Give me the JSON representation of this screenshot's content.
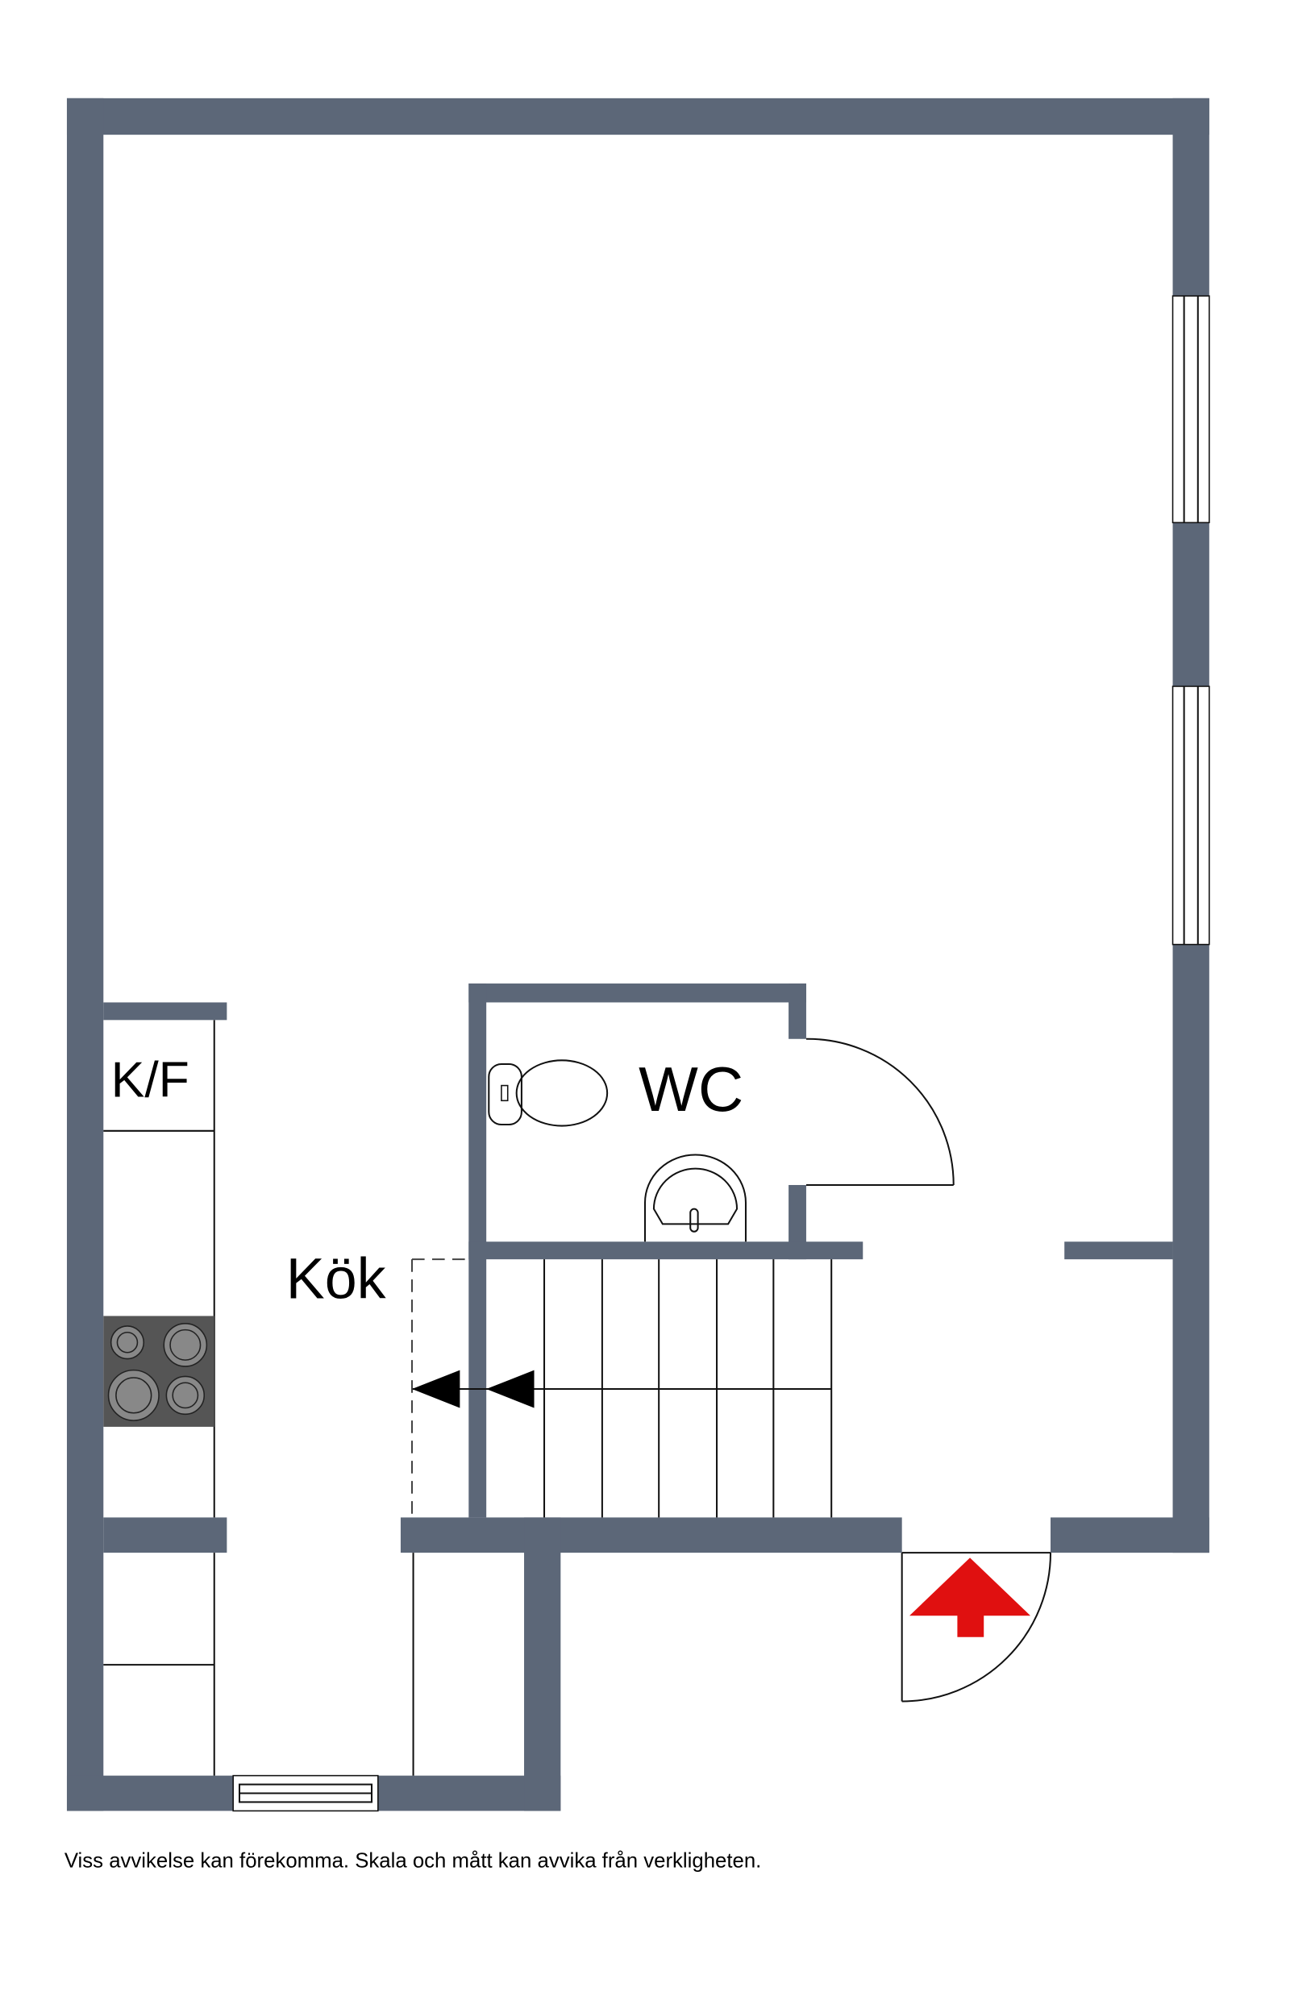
{
  "rooms": {
    "fridge_freezer": "K/F",
    "wc": "WC",
    "kitchen": "Kök"
  },
  "disclaimer": "Viss avvikelse kan förekomma. Skala och mått kan avvika från verkligheten.",
  "colors": {
    "wall": "#5c6778",
    "entrance_arrow": "#e01010",
    "stove": "#555555"
  },
  "icons": [
    "entrance-arrow-icon",
    "stairs-direction-arrow-icon",
    "toilet-icon",
    "sink-icon",
    "stove-icon",
    "window-icon",
    "door-swing-icon"
  ]
}
